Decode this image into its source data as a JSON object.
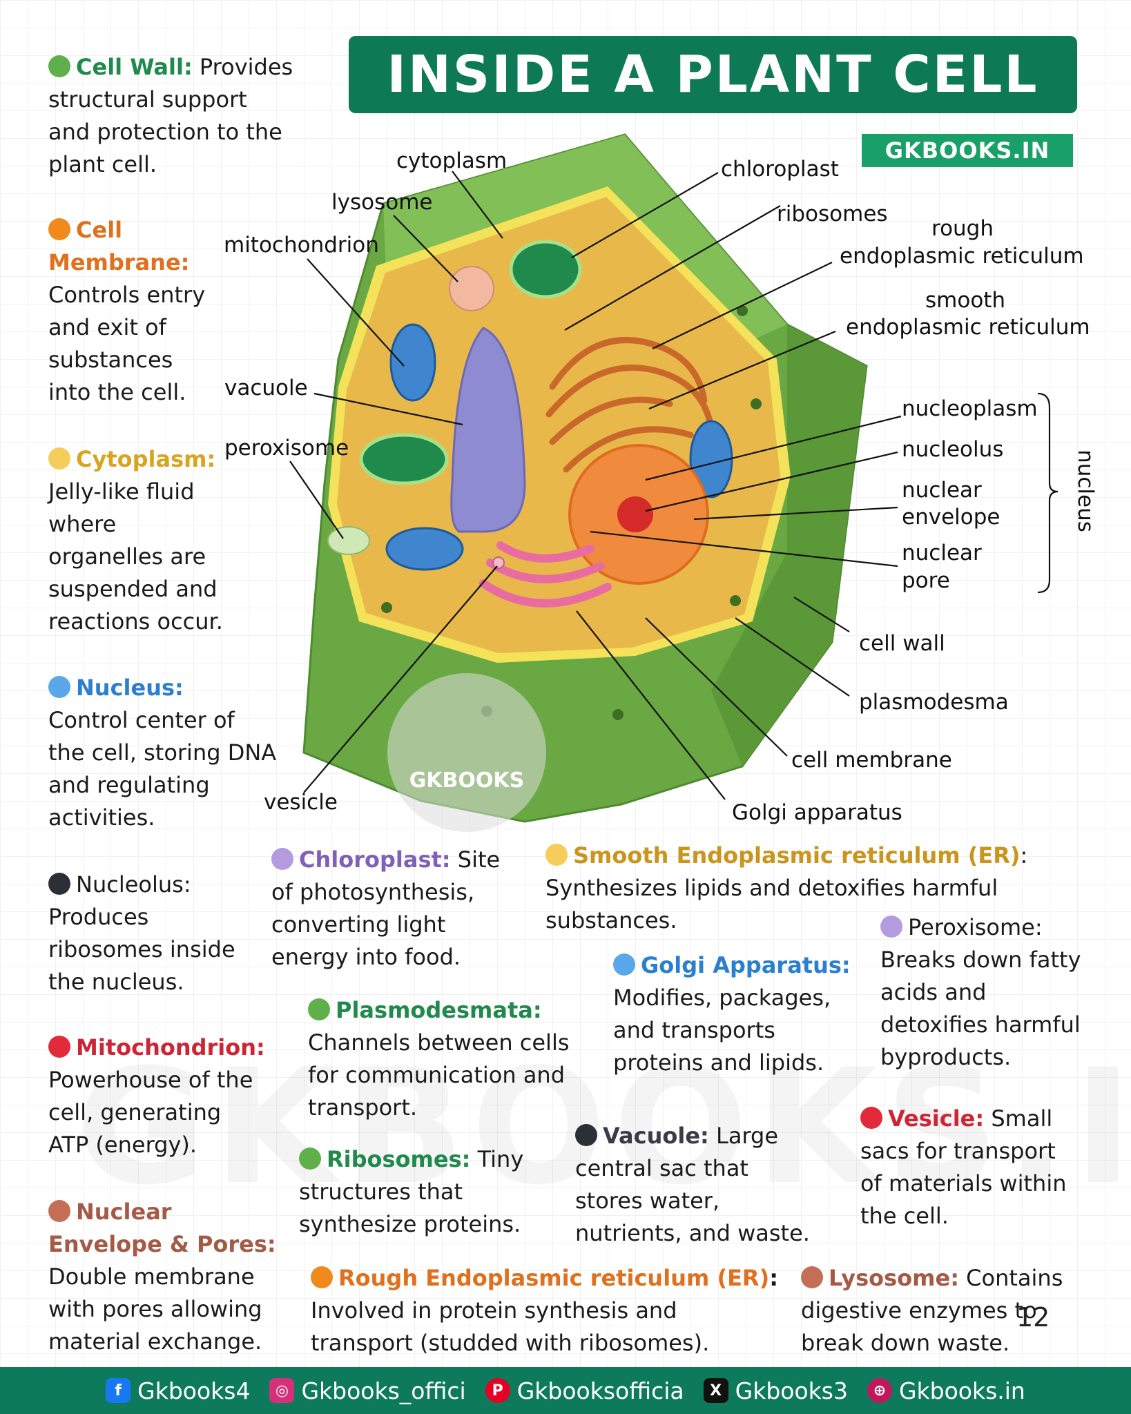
{
  "title": "INSIDE A PLANT CELL",
  "brand": "GKBOOKS.IN",
  "watermark": "GKBOOKS.IN",
  "logo_text": "GKBOOKS",
  "page_number": "12",
  "colors": {
    "title_bg": "#0e7a55",
    "footer_bg": "#0d7a5c",
    "cell_wall": "#6aa843",
    "cytoplasm": "#e8b94a"
  },
  "left_column": [
    {
      "dot": "#5fb04a",
      "heading": "Cell Wall:",
      "heading_color": "#1f8a4c",
      "lines": [
        "Provides",
        "structural support",
        "and protection to the",
        "plant cell."
      ]
    },
    {
      "dot": "#f08a1c",
      "heading": "Cell",
      "heading2": "Membrane:",
      "heading_color": "#e0701e",
      "lines": [
        "Controls entry",
        "and exit of",
        "substances",
        "into the cell."
      ]
    },
    {
      "dot": "#f6cd5a",
      "heading": "Cytoplasm:",
      "heading_color": "#d8a520",
      "lines": [
        "Jelly-like fluid",
        "where",
        "organelles are",
        "suspended and",
        "reactions occur."
      ]
    },
    {
      "dot": "#5aa7ea",
      "heading": "Nucleus:",
      "heading_color": "#2b7fcf",
      "lines": [
        "Control center of",
        "the cell, storing DNA",
        "and regulating",
        "activities."
      ]
    },
    {
      "dot": "#2b2f36",
      "heading": "Nucleolus:",
      "heading_color": "#222222",
      "lines": [
        "Produces",
        "ribosomes inside",
        "the nucleus."
      ]
    },
    {
      "dot": "#e12a3a",
      "heading": "Mitochondrion:",
      "heading_color": "#cc2636",
      "lines": [
        "Powerhouse of the",
        "cell, generating",
        "ATP (energy)."
      ]
    },
    {
      "dot": "#c46e55",
      "heading": "Nuclear",
      "heading2": "Envelope & Pores:",
      "heading_color": "#a45a45",
      "lines": [
        "Double membrane",
        "with pores allowing",
        "material exchange."
      ]
    }
  ],
  "bottom": {
    "chloroplast": {
      "heading": "Chloroplast:",
      "first": " Site",
      "lines": [
        "of photosynthesis,",
        "converting light",
        "energy into food."
      ]
    },
    "smooth_er": {
      "heading": "Smooth Endoplasmic reticulum (ER)",
      "tail": ":",
      "lines": [
        "Synthesizes lipids and detoxifies harmful",
        "substances."
      ]
    },
    "peroxisome": {
      "heading": "Peroxisome:",
      "lines": [
        "Breaks down fatty",
        "acids and",
        "detoxifies harmful",
        "byproducts."
      ]
    },
    "golgi": {
      "heading": "Golgi Apparatus:",
      "lines": [
        "Modifies, packages,",
        "and transports",
        "proteins and lipids."
      ]
    },
    "plasmodesmata": {
      "heading": "Plasmodesmata:",
      "lines": [
        "Channels between cells",
        "for communication and",
        "transport."
      ]
    },
    "vacuole": {
      "heading": "Vacuole:",
      "first": " Large",
      "lines": [
        "central sac that",
        "stores water,",
        "nutrients, and waste."
      ]
    },
    "vesicle": {
      "heading": "Vesicle:",
      "first": " Small",
      "lines": [
        "sacs for transport",
        "of materials within",
        "the cell."
      ]
    },
    "ribosomes": {
      "heading": "Ribosomes:",
      "first": " Tiny",
      "lines": [
        "structures that",
        "synthesize proteins."
      ]
    },
    "rough_er": {
      "heading": "Rough Endoplasmic reticulum (ER)",
      "tail": ":",
      "lines": [
        "Involved in protein synthesis and",
        "transport (studded with ribosomes)."
      ]
    },
    "lysosome": {
      "heading": "Lysosome:",
      "first": " Contains",
      "lines": [
        "digestive enzymes to",
        "break down waste."
      ]
    }
  },
  "diagram_labels": {
    "cytoplasm": "cytoplasm",
    "lysosome": "lysosome",
    "mitochondrion": "mitochondrion",
    "vacuole": "vacuole",
    "peroxisome": "peroxisome",
    "vesicle": "vesicle",
    "chloroplast": "chloroplast",
    "ribosomes": "ribosomes",
    "rough_er_1": "rough",
    "rough_er_2": "endoplasmic reticulum",
    "smooth_er_1": "smooth",
    "smooth_er_2": "endoplasmic reticulum",
    "nucleoplasm": "nucleoplasm",
    "nucleolus": "nucleolus",
    "nuclear_envelope_1": "nuclear",
    "nuclear_envelope_2": "envelope",
    "nuclear_pore_1": "nuclear",
    "nuclear_pore_2": "pore",
    "nucleus_bracket": "nucleus",
    "cell_wall": "cell wall",
    "plasmodesma": "plasmodesma",
    "cell_membrane": "cell membrane",
    "golgi": "Golgi apparatus"
  },
  "footer": [
    {
      "icon": "facebook-icon",
      "glyph": "f",
      "color": "#1877f2",
      "text": "Gkbooks4"
    },
    {
      "icon": "instagram-icon",
      "glyph": "◎",
      "color": "#d6307a",
      "text": "Gkbooks_offici"
    },
    {
      "icon": "pinterest-icon",
      "glyph": "P",
      "color": "#e60023",
      "text": "Gkbooksofficia"
    },
    {
      "icon": "x-icon",
      "glyph": "X",
      "color": "#111111",
      "text": "Gkbooks3"
    },
    {
      "icon": "globe-icon",
      "glyph": "⊕",
      "color": "#c2185b",
      "text": "Gkbooks.in"
    }
  ]
}
